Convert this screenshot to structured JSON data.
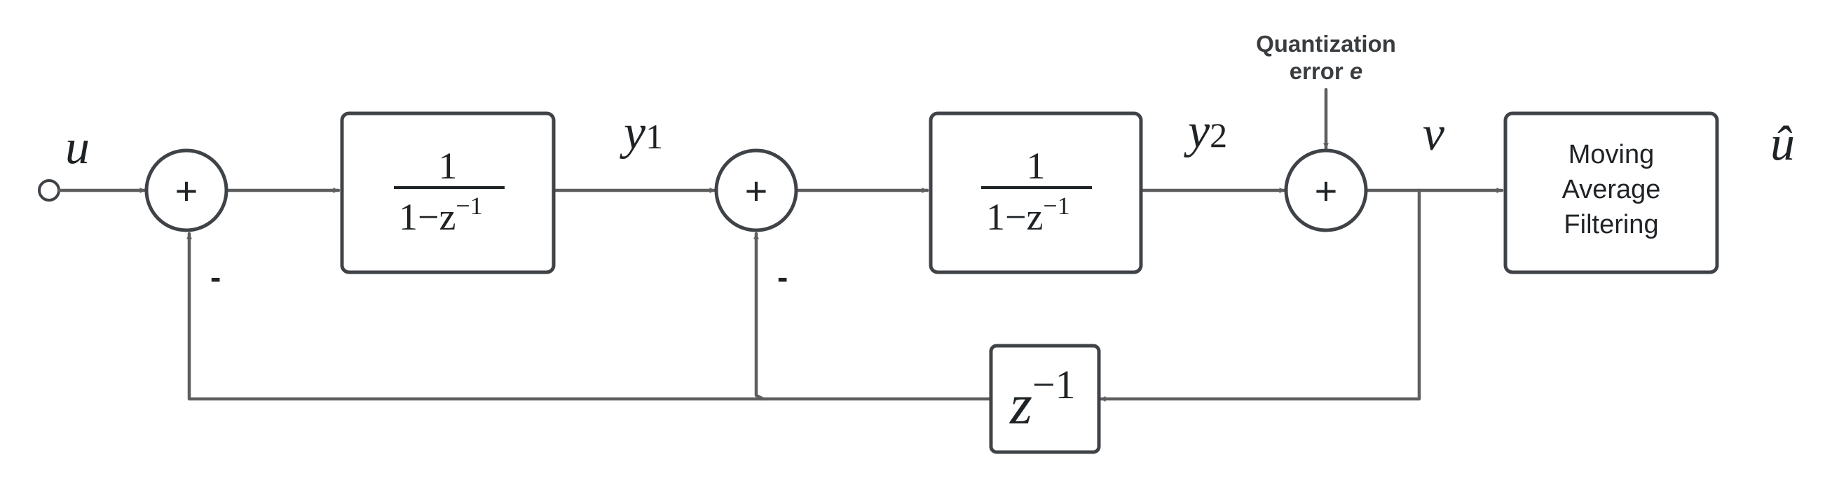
{
  "input_label": "u",
  "output_label": "û",
  "integrator1": {
    "numerator": "1",
    "denominator_base": "1−z",
    "denominator_exp": "−1"
  },
  "integrator2": {
    "numerator": "1",
    "denominator_base": "1−z",
    "denominator_exp": "−1"
  },
  "signal_y1": {
    "base": "y",
    "sub": "1"
  },
  "signal_y2": {
    "base": "y",
    "sub": "2"
  },
  "signal_v": "v",
  "quantization": {
    "line1": "Quantization",
    "line2_text": "error ",
    "line2_symbol": "e"
  },
  "sum_symbol": "+",
  "feedback_sign": "-",
  "delay": {
    "base": "z",
    "exp": "−1"
  },
  "filter": {
    "line1": "Moving",
    "line2": "Average",
    "line3": "Filtering"
  },
  "colors": {
    "stroke": "#3f4347",
    "wire": "#5e5e5e",
    "text": "#1f2326"
  }
}
